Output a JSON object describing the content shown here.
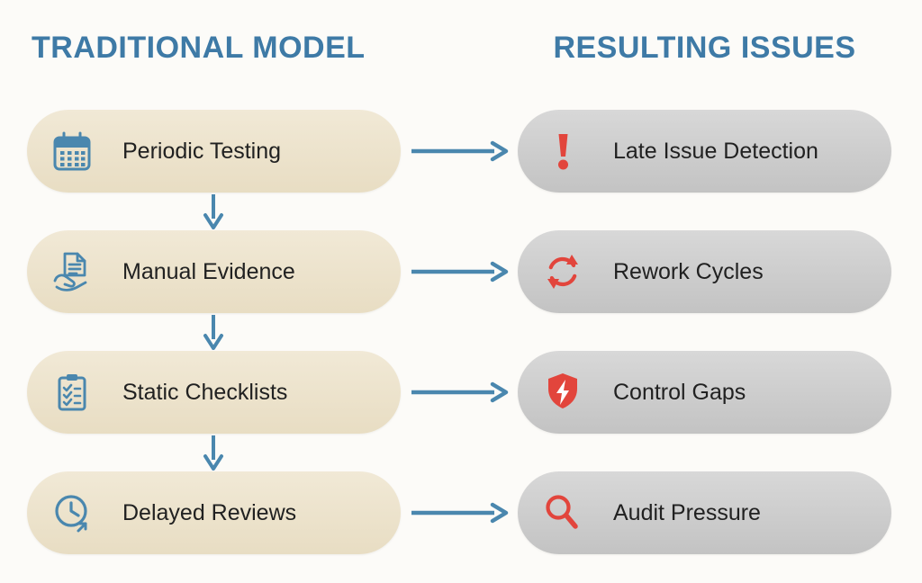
{
  "headers": {
    "left": "TRADITIONAL MODEL",
    "right": "RESULTING ISSUES"
  },
  "rows": [
    {
      "left": {
        "label": "Periodic Testing",
        "icon": "calendar-icon"
      },
      "right": {
        "label": "Late Issue Detection",
        "icon": "exclamation-icon"
      }
    },
    {
      "left": {
        "label": "Manual Evidence",
        "icon": "hand-document-icon"
      },
      "right": {
        "label": "Rework Cycles",
        "icon": "cycle-arrows-icon"
      }
    },
    {
      "left": {
        "label": "Static Checklists",
        "icon": "checklist-clipboard-icon"
      },
      "right": {
        "label": "Control Gaps",
        "icon": "shield-alert-icon"
      }
    },
    {
      "left": {
        "label": "Delayed Reviews",
        "icon": "clock-icon"
      },
      "right": {
        "label": "Audit Pressure",
        "icon": "magnifier-icon"
      }
    }
  ],
  "colors": {
    "background": "#fcfbf8",
    "heading": "#3e7aa6",
    "left_box_bg": "#ece3cc",
    "right_box_bg": "#cccccc",
    "left_icon": "#4a87ae",
    "right_icon": "#e2453c",
    "arrow": "#4a87ae",
    "label_text": "#212121"
  }
}
